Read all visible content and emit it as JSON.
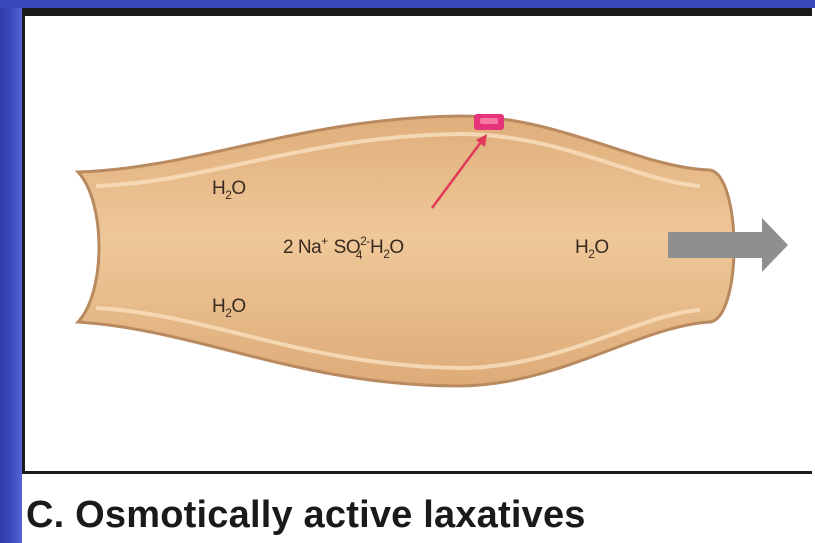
{
  "caption": {
    "letter": "C.",
    "text": "Osmotically active laxatives"
  },
  "labels": {
    "water_upper_left": {
      "base": "H",
      "sub": "2",
      "tail": "O"
    },
    "water_lower_left": {
      "base": "H",
      "sub": "2",
      "tail": "O"
    },
    "water_right": {
      "base": "H",
      "sub": "2",
      "tail": "O"
    },
    "salt_count": "2 Na",
    "salt_count_sup": "+",
    "sulfate_base": "SO",
    "sulfate_sub": "4",
    "sulfate_sup": "2-",
    "salt_water": {
      "base": "H",
      "sub": "2",
      "tail": "O"
    }
  },
  "colors": {
    "intestine_fill": "#e9bd8c",
    "intestine_wall": "#b98a60",
    "transporter": "#e6337a",
    "arrow_outflow": "#8f8f8f"
  },
  "icons": {
    "transporter": "transporter-icon",
    "outflow": "arrow-right-icon"
  }
}
